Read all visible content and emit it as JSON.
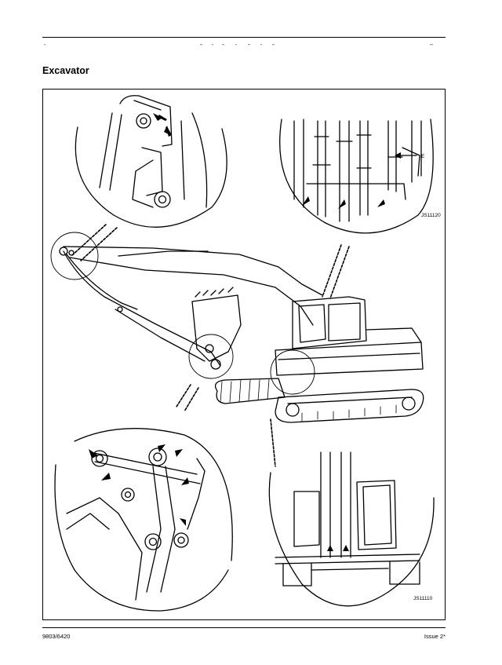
{
  "page": {
    "title": "Excavator",
    "footer_left": "9803/6420",
    "footer_right": "Issue 2*"
  },
  "figure": {
    "ref_top": "JS11120",
    "ref_bottom": "JS11110",
    "callout_label": "E"
  }
}
